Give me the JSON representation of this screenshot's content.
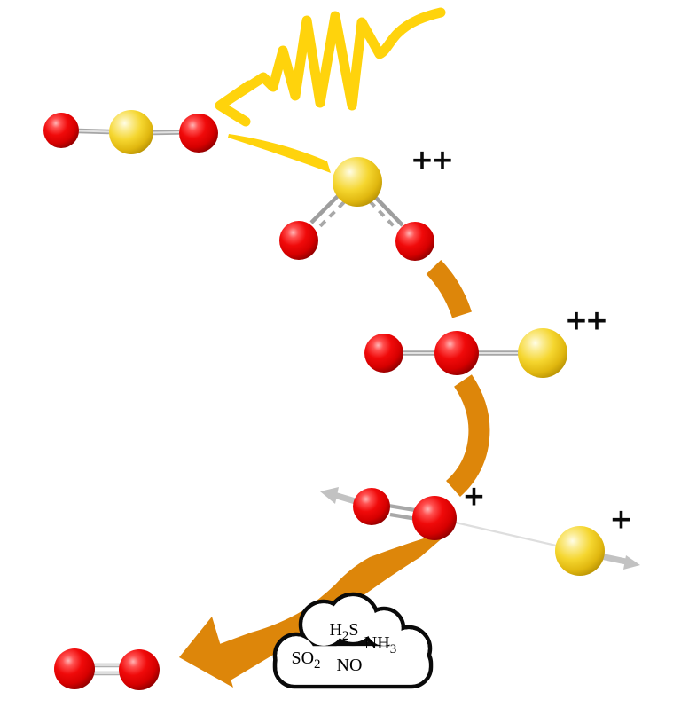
{
  "figure": {
    "background": "#FFFFFF",
    "colors": {
      "photon_yellow": "#FFD30C",
      "reaction_arrow_orange": "#DD860A",
      "oxygen_atom_red": "#E80000",
      "sulfur_atom_yellow": "#F5D93B",
      "bond_gray": "#A6A6A6",
      "recoil_arrow_gray": "#C2C2C2",
      "cloud_outline": "#0A0A0A",
      "charge_text": "#0A0A0A"
    },
    "charges": {
      "so2_dication": "++",
      "oos_dication": "++",
      "o2_cation": "+",
      "s_cation": "+"
    },
    "cloud": {
      "molecules": [
        {
          "m1": "H",
          "sub": "2",
          "m2": "S"
        },
        {
          "m1": "NH",
          "sub": "3",
          "m2": ""
        },
        {
          "m1": "SO",
          "sub": "2",
          "m2": ""
        },
        {
          "m1": "NO",
          "sub": "",
          "m2": ""
        }
      ]
    }
  }
}
